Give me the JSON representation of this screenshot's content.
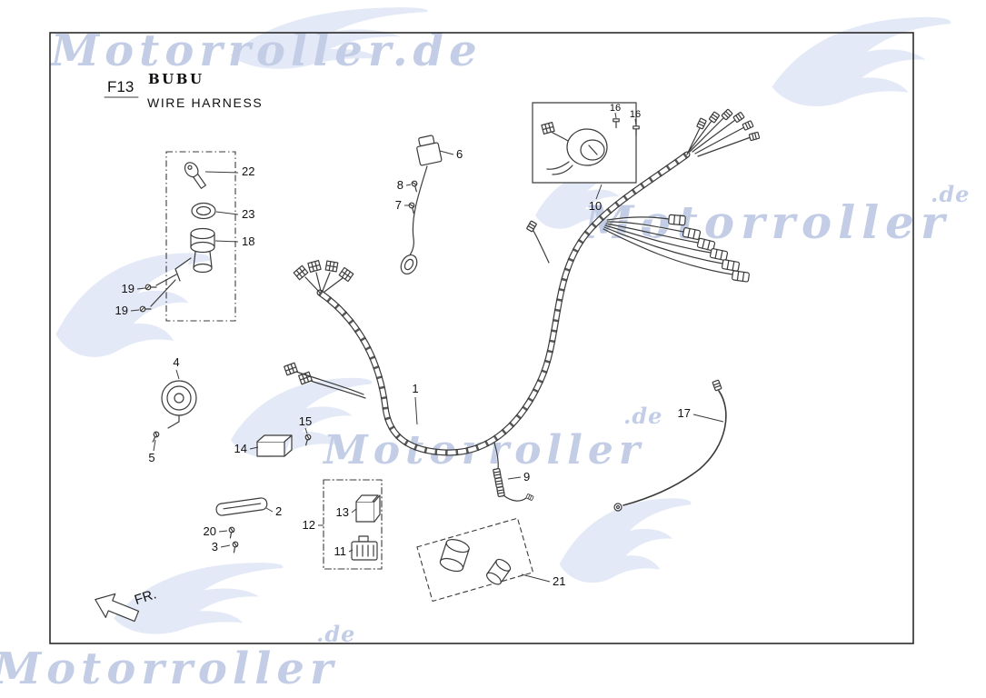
{
  "header": {
    "figure_code": "F13",
    "model": "BUBU",
    "title": "WIRE HARNESS"
  },
  "watermark": {
    "brand": "Motorroller",
    "brand_full": "Motorroller.de",
    "domain_suffix": ".de",
    "color": "#c3cee6"
  },
  "direction": {
    "label": "FR."
  },
  "parts": {
    "p1": "1",
    "p2": "2",
    "p3": "3",
    "p4": "4",
    "p5": "5",
    "p6": "6",
    "p7": "7",
    "p8": "8",
    "p9": "9",
    "p10": "10",
    "p11": "11",
    "p12": "12",
    "p13": "13",
    "p14": "14",
    "p15": "15",
    "p16a": "16",
    "p16b": "16",
    "p17": "17",
    "p18": "18",
    "p19a": "19",
    "p19b": "19",
    "p20": "20",
    "p21": "21",
    "p22": "22",
    "p23": "23"
  }
}
